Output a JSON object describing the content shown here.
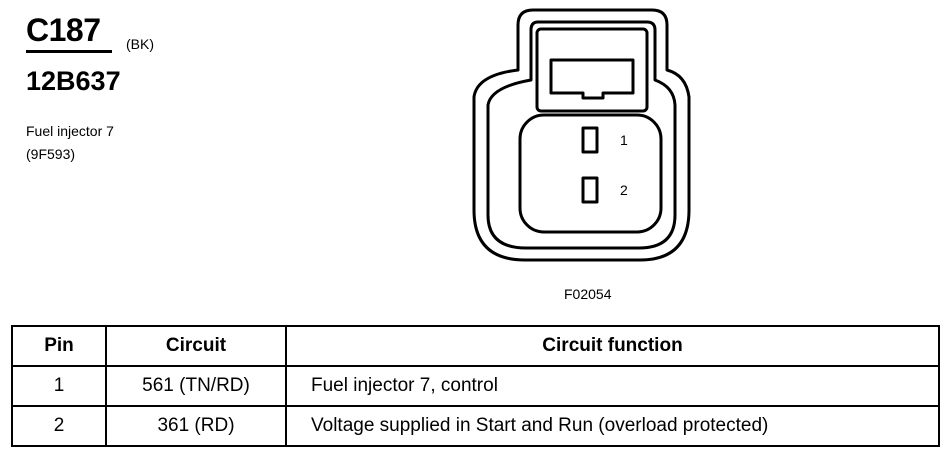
{
  "connector": {
    "id": "C187",
    "color": "(BK)",
    "part_number": "12B637",
    "component": "Fuel injector 7",
    "component_code": "(9F593)"
  },
  "diagram": {
    "figure_id": "F02054",
    "pins": [
      {
        "label": "1"
      },
      {
        "label": "2"
      }
    ]
  },
  "table": {
    "headers": [
      "Pin",
      "Circuit",
      "Circuit function"
    ],
    "rows": [
      {
        "pin": "1",
        "circuit": "561 (TN/RD)",
        "function": "Fuel injector 7, control"
      },
      {
        "pin": "2",
        "circuit": "361 (RD)",
        "function": "Voltage supplied in Start and Run (overload protected)"
      }
    ]
  }
}
